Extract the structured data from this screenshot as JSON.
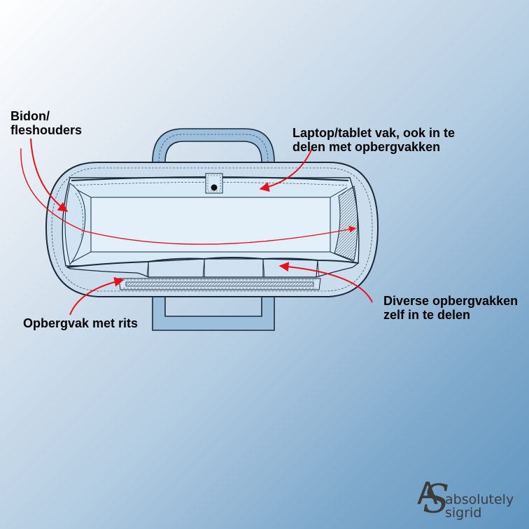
{
  "labels": {
    "bottle_holder": {
      "line1": "Bidon/",
      "line2": "fleshouders"
    },
    "laptop_tablet": {
      "line1": "Laptop/tablet vak, ook in te",
      "line2": "delen met opbergvakken"
    },
    "various_pockets": {
      "line1": "Diverse opbergvakken",
      "line2": "zelf in te delen"
    },
    "zip_pocket": {
      "line1": "Opbergvak met rits"
    }
  },
  "logo": {
    "line1": "absolutely",
    "line2": "sigrid"
  },
  "colors": {
    "bag_outline": "#1a2a3a",
    "bag_fill": "#c9dded",
    "bag_inner_fill": "#d8e9f6",
    "handle_fill": "#9cc0dc",
    "arrow": "#e8101a",
    "text": "#000000",
    "logo_text": "#3c3c3c"
  }
}
